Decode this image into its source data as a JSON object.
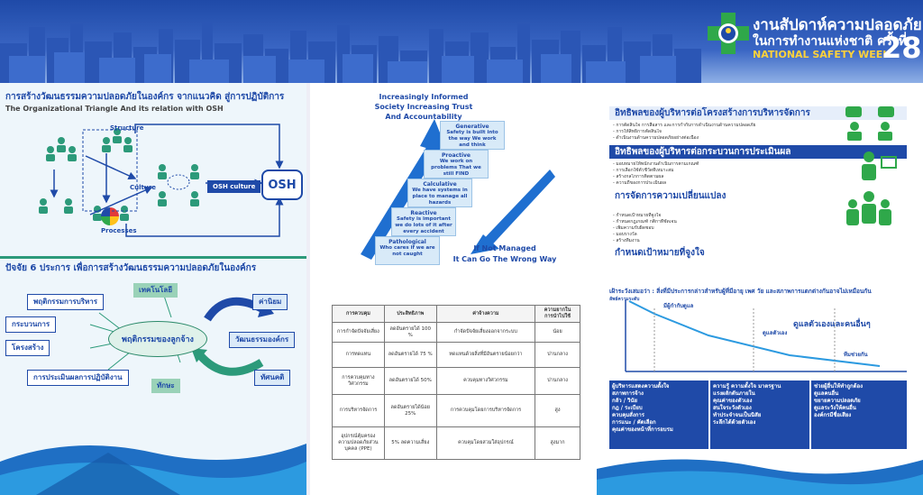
{
  "header": {
    "title_line1": "งานสัปดาห์ความปลอดภัย",
    "title_line2": "ในการทำงานแห่งชาติ ครั้งที่",
    "title_en": "NATIONAL SAFETY WEEK",
    "number": "28"
  },
  "left": {
    "title_th": "การสร้างวัฒนธรรมความปลอดภัยในองค์กร จากแนวคิด สู่การปฏิบัติการ",
    "title_en": "The Organizational Triangle And its relation with OSH",
    "nodes": {
      "structure": "Structure",
      "culture": "Culture",
      "processes": "Processes",
      "osh_culture": "OSH culture",
      "osh": "OSH"
    },
    "factors_title": "ปัจจัย 6 ประการ เพื่อการสร้างวัฒนธรรมความปลอดภัยในองค์กร",
    "factors": {
      "management_behavior": "พฤติกรรมการบริหาร",
      "process": "กระบวนการ",
      "structure": "โครงสร้าง",
      "performance": "การประเมินผลการปฏิบัติงาน",
      "technology": "เทคโนโลยี",
      "skill": "ทักษะ",
      "center": "พฤติกรรมของลูกจ้าง",
      "values": "ค่านิยม",
      "org_culture": "วัฒนธรรมองค์กร",
      "attitude": "ทัศนคติ"
    }
  },
  "middle": {
    "title": "Increasingly Informed Society Increasing Trust And Accountability",
    "title_lines": [
      "Increasingly Informed",
      "Society Increasing Trust",
      "And Accountability"
    ],
    "bottom_lines": [
      "If Not Managed",
      "It Can Go The Wrong Way"
    ],
    "steps": [
      {
        "name": "Generative",
        "text": "Safety is built into the way We work and think"
      },
      {
        "name": "Proactive",
        "text": "We work on problems That we still FIND"
      },
      {
        "name": "Calculative",
        "text": "We have systems in place to manage all hazards"
      },
      {
        "name": "Reactive",
        "text": "Safety is important we do lots of it after every accident"
      },
      {
        "name": "Pathological",
        "text": "Who cares if we are not caught"
      }
    ],
    "table": {
      "headers": [
        "การควบคุม",
        "ประสิทธิภาพ",
        "ค่าจ้างความ",
        "ความยากในการนำไปใช้"
      ],
      "rows": [
        [
          "การกำจัดปัจจัยเสี่ยง",
          "ลดอันตรายได้ 100 %",
          "กำจัดปัจจัยเสี่ยงออกจากระบบ",
          "น้อย"
        ],
        [
          "การทดแทน",
          "ลดอันตรายได้ 75 %",
          "ทดแทนด้วยสิ่งที่มีอันตรายน้อยกว่า",
          "ปานกลาง"
        ],
        [
          "การควบคุมทางวิศวกรรม",
          "ลดอันตรายได้ 50%",
          "ควบคุมทางวิศวกรรม",
          "ปานกลาง"
        ],
        [
          "การบริหารจัดการ",
          "ลดอันตรายได้น้อย 25%",
          "การควบคุมโดยการบริหารจัดการ",
          "สูง"
        ],
        [
          "อุปกรณ์คุ้มครองความปลอดภัยส่วนบุคคล (PPE)",
          "5% ลดความเสี่ยง",
          "ควบคุมโดยสวมใส่อุปกรณ์",
          "สูงมาก"
        ]
      ]
    }
  },
  "right": {
    "bars": [
      {
        "title": "อิทธิพลของผู้บริหารต่อโครงสร้างการบริหารจัดการ",
        "blue": false
      },
      {
        "title": "อิทธิพลของผู้บริหารต่อกระบวนการประเมินผล",
        "blue": true
      },
      {
        "title": "การจัดการความเปลี่ยนแปลง",
        "blue": false
      },
      {
        "title": "กำหนดเป้าหมายที่จูงใจ",
        "blue": false
      }
    ],
    "bullets1": [
      "- การตัดสินใจ การสื่อสาร และการกำกับการดำเนินงานด้านความปลอดภัย",
      "- การให้สิทธิการตัดสินใจ",
      "- ดำเนินงานด้านความปลอดภัยอย่างต่อเนื่อง"
    ],
    "bullets2": [
      "- มอบหมายให้พนักงานดำเนินการตามเกณฑ์",
      "- การเลือกใช้ตัวชี้วัดที่เหมาะสม",
      "- สร้างกลไกการติดตามผล",
      "- ความถี่ของการประเมินผล"
    ],
    "bullets3": [
      "- กำหนดเป้าหมายที่จูงใจ",
      "- กำหนดกฎเกณฑ์ กติกาที่ชัดเจน",
      "- เพิ่มความรับผิดชอบ",
      "- มอบรางวัล",
      "- สร้างทีมงาน"
    ],
    "warning": "เฝ้าระวังเสมอว่า : สิ่งที่มีประการกล่าวสำหรับผู้ที่มีอายุ เพศ วัย และสภาพการแตกต่างกันอาจไม่เหมือนกัน",
    "chart": {
      "ylabel": "ลัพธ์ความระดับ",
      "labels": [
        "มีผู้กำกับดูแล",
        "ดูแลตัวเอง",
        "ทีมช่วยกัน"
      ],
      "caption": "ดูแลตัวเองและคนอื่นๆ"
    },
    "info_cells": [
      "ผู้บริหารแสดงความตั้งใจ\nสภาพการจ้าง\nกลัว / วินัย\nกฎ / ระเบียบ\nควบคุมสั่งการ\nการแนะ / คัดเลือก\nคุณค่าของหน้าที่การอบรม",
      "ความรู้ ความตั้งใจ มาตรฐาน\nแรงผลักดันภายใน\nคุณค่าของตัวเอง\nสนใจระวังตัวเอง\nทำประจำจนเป็นนิสัย\nระลึกได้ด้วยตัวเอง",
      "ช่วยผู้อื่นให้ทำถูกต้อง\nดูแลคนอื่น\nขยายความปลอดภัย\nดูแลระวังให้คนอื่น\nองค์กรมีชื่อเสียง"
    ]
  }
}
